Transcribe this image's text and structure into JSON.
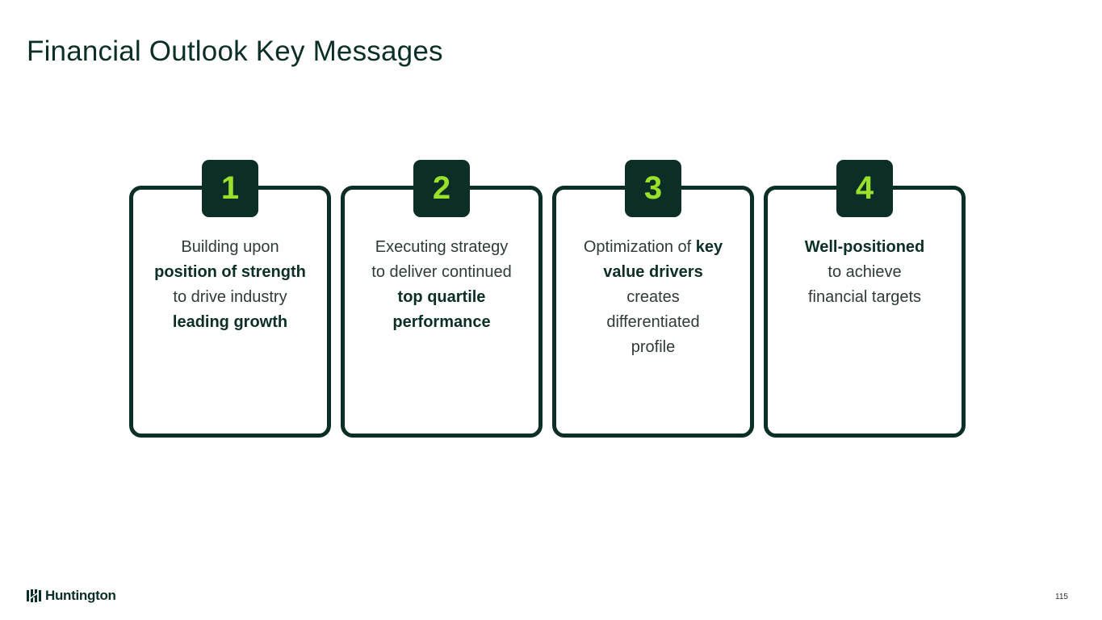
{
  "title": "Financial Outlook Key Messages",
  "colors": {
    "primary": "#0b2e26",
    "accent": "#9be12b"
  },
  "cards": [
    {
      "number": "1",
      "lines": [
        [
          {
            "text": "Building upon",
            "bold": false
          }
        ],
        [
          {
            "text": "position of strength",
            "bold": true
          }
        ],
        [
          {
            "text": "to drive industry",
            "bold": false
          }
        ],
        [
          {
            "text": "leading growth",
            "bold": true
          }
        ]
      ]
    },
    {
      "number": "2",
      "lines": [
        [
          {
            "text": "Executing strategy",
            "bold": false
          }
        ],
        [
          {
            "text": "to deliver continued",
            "bold": false
          }
        ],
        [
          {
            "text": "top quartile",
            "bold": true
          }
        ],
        [
          {
            "text": "performance",
            "bold": true
          }
        ]
      ]
    },
    {
      "number": "3",
      "lines": [
        [
          {
            "text": "Optimization of ",
            "bold": false
          },
          {
            "text": "key",
            "bold": true
          }
        ],
        [
          {
            "text": "value drivers",
            "bold": true
          }
        ],
        [
          {
            "text": "creates",
            "bold": false
          }
        ],
        [
          {
            "text": "differentiated",
            "bold": false
          }
        ],
        [
          {
            "text": "profile",
            "bold": false
          }
        ]
      ]
    },
    {
      "number": "4",
      "lines": [
        [
          {
            "text": "Well-positioned",
            "bold": true
          }
        ],
        [
          {
            "text": "to achieve",
            "bold": false
          }
        ],
        [
          {
            "text": "financial targets",
            "bold": false
          }
        ]
      ]
    }
  ],
  "footer": {
    "logo_text": "Huntington",
    "page_number": "115"
  }
}
